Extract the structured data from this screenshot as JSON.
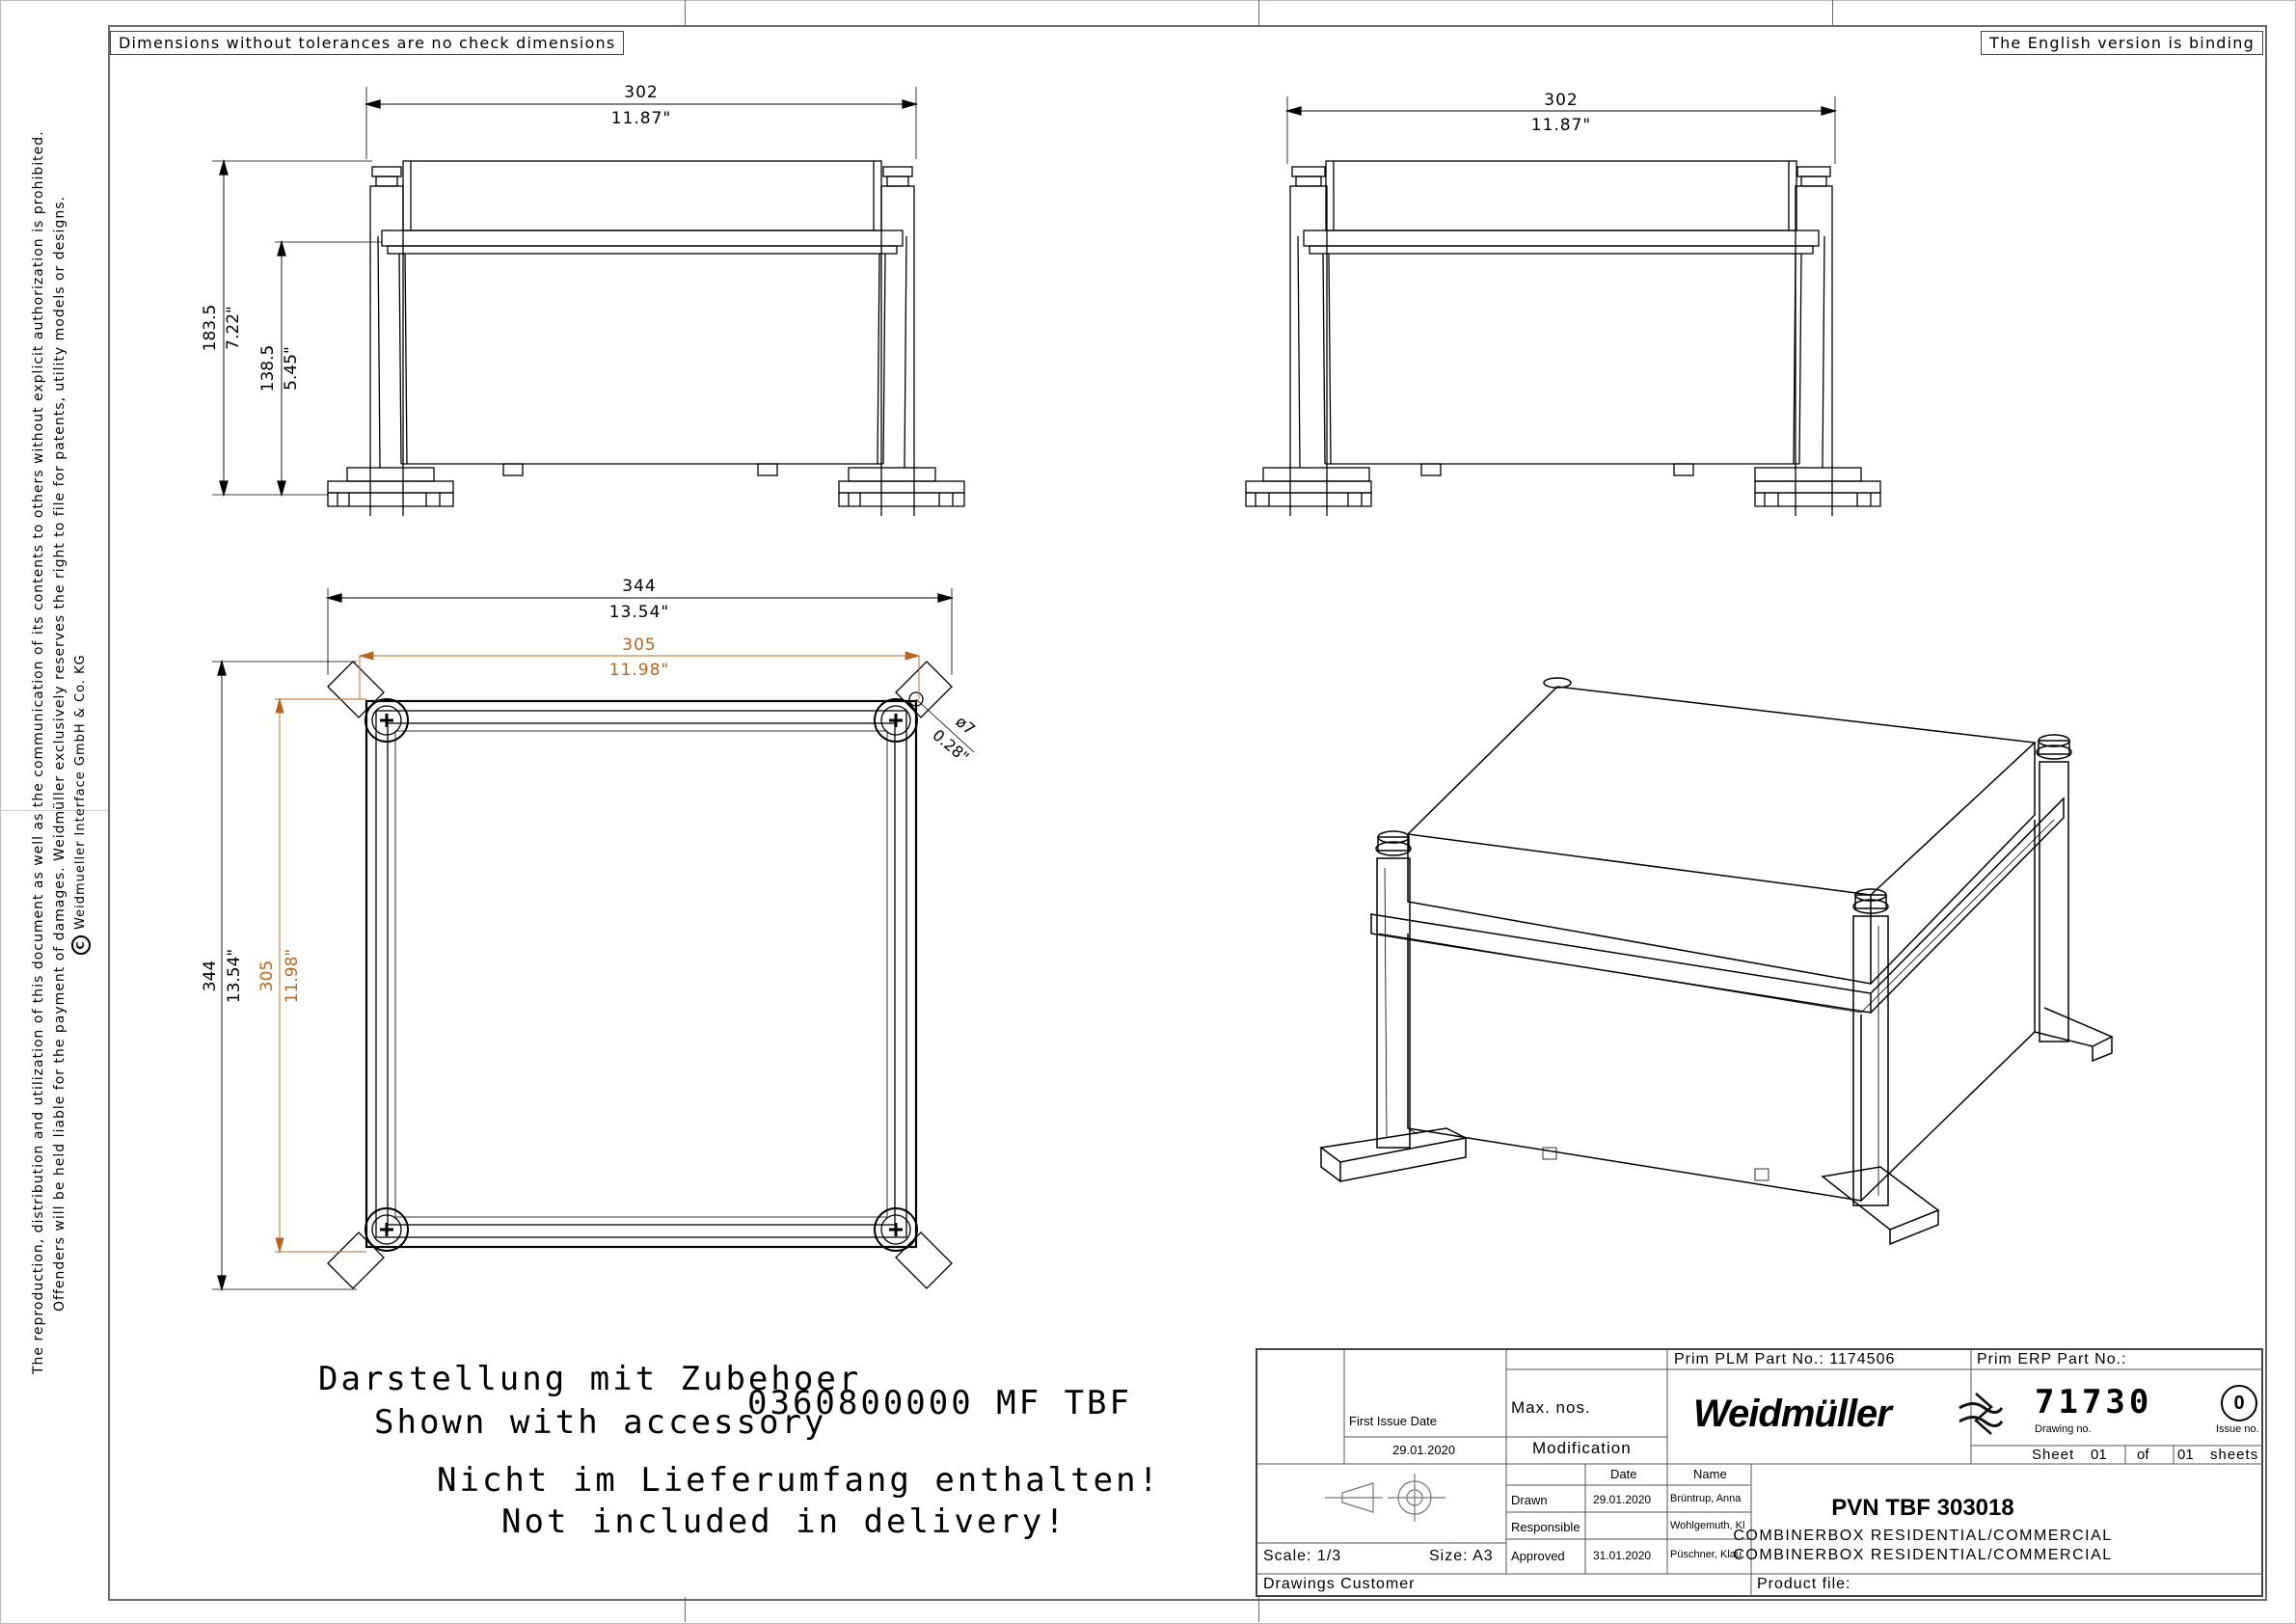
{
  "notes": {
    "tolerance": "Dimensions without tolerances are no check dimensions",
    "binding": "The English version is binding"
  },
  "side_notice": {
    "line1": "The reproduction, distribution and utilization of this document as well as the communication of its contents to others without explicit authorization is prohibited.",
    "line2": "Offenders will be held liable for the payment of damages. Weidmüller exclusively reserves the right to file for patents, utility models or designs.",
    "copyright": "Weidmueller Interface GmbH & Co. KG",
    "copyright_symbol": "C"
  },
  "dims": {
    "front_width_mm": "302",
    "front_width_in": "11.87\"",
    "side_width_mm": "302",
    "side_width_in": "11.87\"",
    "height_total_mm": "183.5",
    "height_total_in": "7.22\"",
    "height_body_mm": "138.5",
    "height_body_in": "5.45\"",
    "top_outer_mm": "344",
    "top_outer_in": "13.54\"",
    "top_inner_mm": "305",
    "top_inner_in": "11.98\"",
    "top_outer_v_mm": "344",
    "top_outer_v_in": "13.54\"",
    "top_inner_v_mm": "305",
    "top_inner_v_in": "11.98\"",
    "hole_mm": "ø7",
    "hole_in": "0.28\""
  },
  "accessory": {
    "de": "Darstellung mit Zubehoer",
    "en": "Shown with accessory",
    "part": "0360800000 MF TBF",
    "not_de": "Nicht im Lieferumfang enthalten!",
    "not_en": "Not included in delivery!"
  },
  "title_block": {
    "first_issue_label": "First Issue Date",
    "first_issue_date": "29.01.2020",
    "max_nos": "Max. nos.",
    "modification": "Modification",
    "plm_label": "Prim PLM Part No.:",
    "plm_value": "1174506",
    "erp_label": "Prim ERP Part No.:",
    "logo": "Weidmüller",
    "drawing_no": "71730",
    "drawing_no_label": "Drawing no.",
    "issue": "0",
    "issue_label": "Issue no.",
    "sheet_label": "Sheet",
    "sheet": "01",
    "of_label": "of",
    "sheets": "01",
    "sheets_label": "sheets",
    "date_header": "Date",
    "name_header": "Name",
    "drawn_label": "Drawn",
    "drawn_date": "29.01.2020",
    "drawn_name": "Brüntrup, Anna",
    "responsible_label": "Responsible",
    "responsible_name": "Wohlgemuth, Kl",
    "approved_label": "Approved",
    "approved_date": "31.01.2020",
    "approved_name": "Püschner, Klau",
    "scale": "Scale: 1/3",
    "size": "Size: A3",
    "product_name": "PVN TBF 303018",
    "desc1": "COMBINERBOX RESIDENTIAL/COMMERCIAL",
    "desc2": "COMBINERBOX RESIDENTIAL/COMMERCIAL",
    "drawings_customer": "Drawings Customer",
    "product_file": "Product file:"
  }
}
